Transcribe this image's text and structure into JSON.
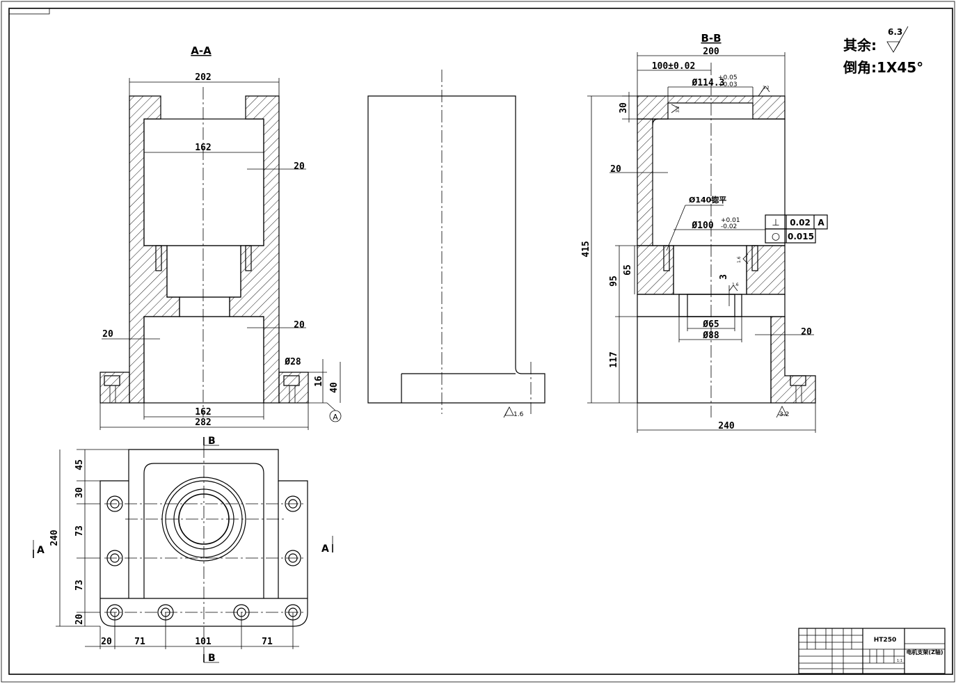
{
  "section_aa": {
    "title": "A-A",
    "dims": [
      "202",
      "162",
      "20",
      "20",
      "20",
      "Ø28",
      "16",
      "40",
      "162",
      "282"
    ],
    "datum": "A"
  },
  "section_bb": {
    "title": "B-B",
    "dims": [
      "200",
      "100±0.02",
      "Ø114.3",
      "+0.05",
      "+0.03",
      "30",
      "20",
      "Ø140锪平",
      "Ø100",
      "+0.01",
      "-0.02",
      "415",
      "95",
      "65",
      "3",
      "117",
      "Ø65",
      "Ø88",
      "20",
      "240"
    ],
    "roughness": [
      "3.2",
      "3.2",
      "1.6",
      "1.6",
      "3.2"
    ],
    "tolerance_frames": [
      {
        "symbol": "⊥",
        "value": "0.02",
        "datum": "A"
      },
      {
        "symbol": "○",
        "value": "0.015"
      }
    ]
  },
  "side_view": {
    "roughness": "1.6"
  },
  "plan_view": {
    "section_marks": [
      "B",
      "B",
      "A",
      "A"
    ],
    "dims_vertical": [
      "45",
      "30",
      "73",
      "73",
      "20",
      "240"
    ],
    "dims_horizontal": [
      "20",
      "71",
      "101",
      "71"
    ]
  },
  "notes": {
    "rest_label": "其余:",
    "rest_roughness": "6.3",
    "chamfer": "倒角:1X45°"
  },
  "title_block": {
    "material": "HT250",
    "part_name": "电机支架(Z轴)",
    "scale": "1:1"
  }
}
